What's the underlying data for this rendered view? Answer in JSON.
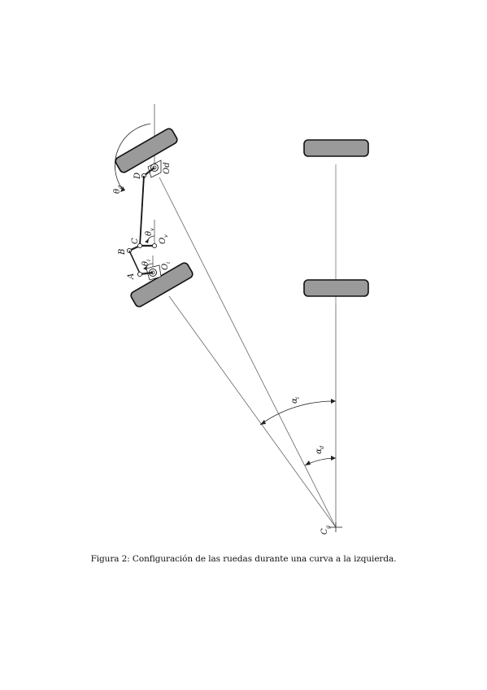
{
  "figure": {
    "caption": "Figura 2: Configuración de las ruedas durante una curva a la izquierda.",
    "labels": {
      "theta_d": "θ",
      "theta_d_sub": "d",
      "point_D": "D",
      "point_Od": "Od",
      "point_C": "C",
      "theta_v": "θ",
      "theta_v_sub": "v",
      "point_Ov": "O",
      "point_Ov_sub": "v",
      "point_B": "B",
      "theta_i": "θ",
      "theta_i_sub": "i",
      "point_Oi": "O",
      "point_Oi_sub": "i",
      "point_A": "A",
      "alpha_i": "α",
      "alpha_i_sub": "i",
      "alpha_d": "α",
      "alpha_d_sub": "d",
      "point_Cg": "C",
      "point_Cg_sub": "g"
    },
    "colors": {
      "wheel_fill": "#9a9a9a",
      "wheel_stroke": "#111111",
      "line": "#333333"
    }
  }
}
